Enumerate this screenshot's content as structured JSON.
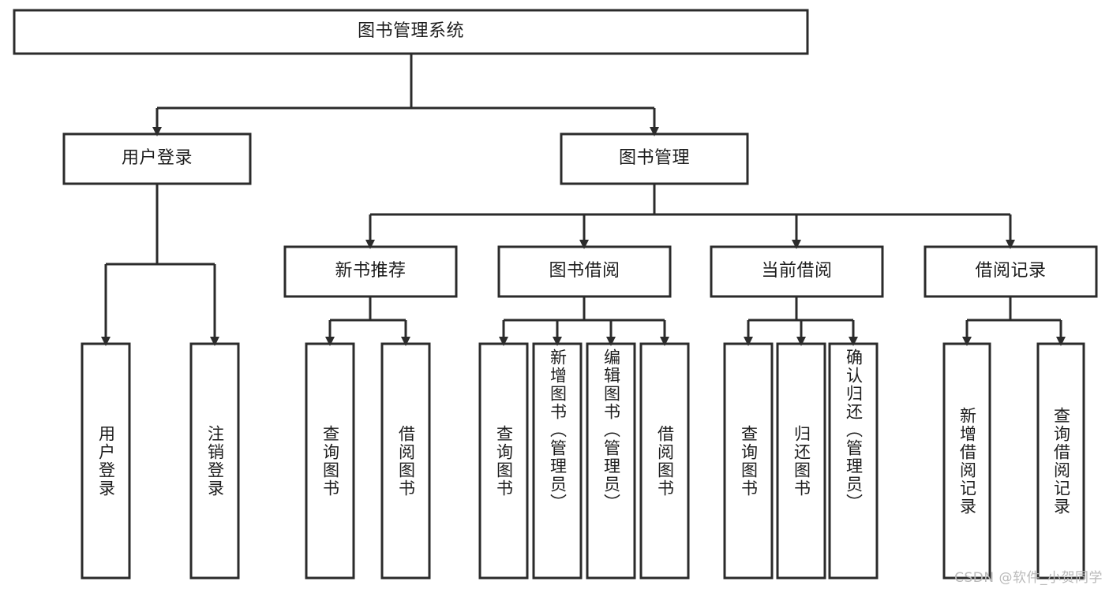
{
  "diagram": {
    "title": "图书管理系统",
    "type": "tree-hierarchy-diagram",
    "colors": {
      "stroke": "#2b2b2b",
      "fill": "#ffffff",
      "text": "#1d1d1d",
      "watermark": "#b9b9b9"
    },
    "root": {
      "label": "图书管理系统"
    },
    "level2": [
      {
        "label": "用户登录"
      },
      {
        "label": "图书管理"
      }
    ],
    "level3": [
      {
        "label": "新书推荐"
      },
      {
        "label": "图书借阅"
      },
      {
        "label": "当前借阅"
      },
      {
        "label": "借阅记录"
      }
    ],
    "leaves": {
      "user_login": [
        {
          "label": "用户登录"
        },
        {
          "label": "注销登录"
        }
      ],
      "new_book_recommend": [
        {
          "label": "查询图书"
        },
        {
          "label": "借阅图书"
        }
      ],
      "book_borrow": [
        {
          "label": "查询图书"
        },
        {
          "label": "新增图书（管理员）"
        },
        {
          "label": "编辑图书（管理员）"
        },
        {
          "label": "借阅图书"
        }
      ],
      "current_borrow": [
        {
          "label": "查询图书"
        },
        {
          "label": "归还图书"
        },
        {
          "label": "确认归还（管理员）"
        }
      ],
      "borrow_records": [
        {
          "label": "新增借阅记录"
        },
        {
          "label": "查询借阅记录"
        }
      ]
    }
  },
  "watermark": {
    "text": "CSDN @软件_小贺同学"
  }
}
